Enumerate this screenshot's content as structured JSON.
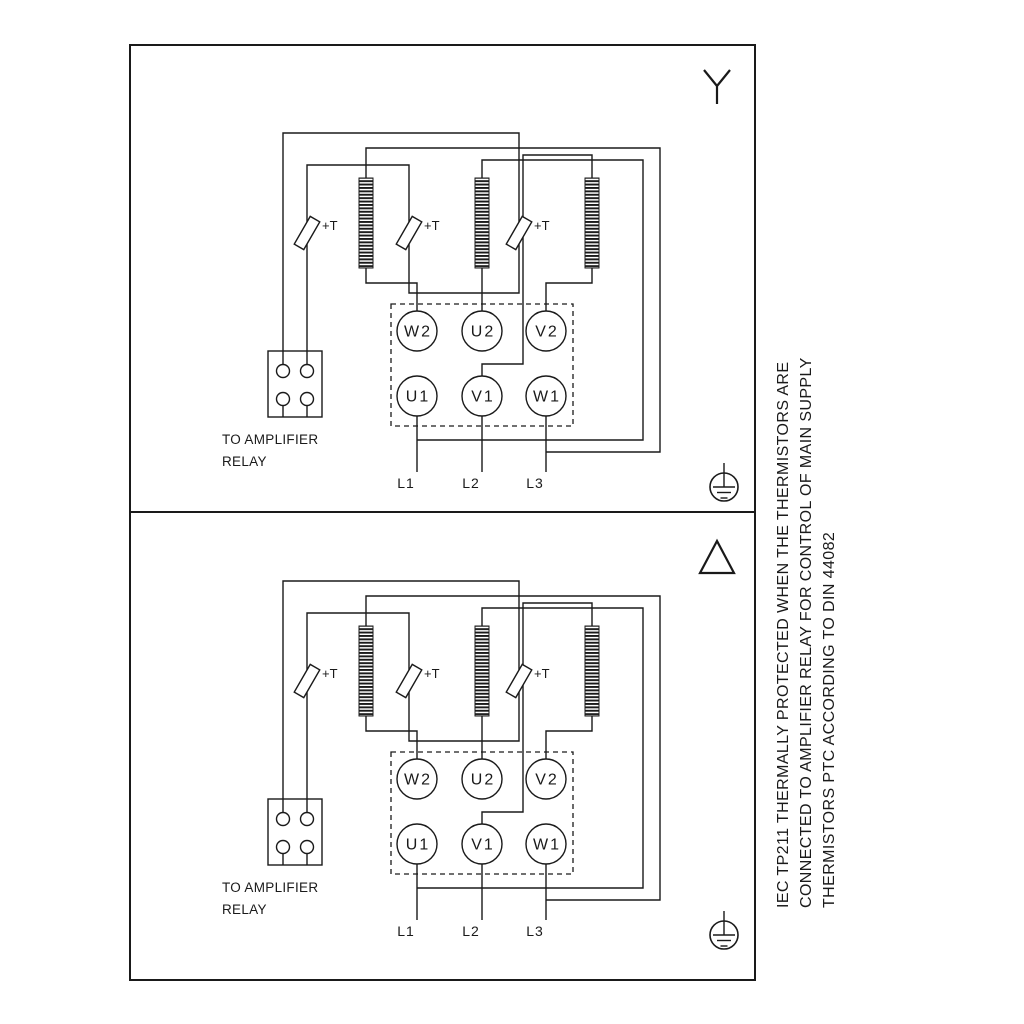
{
  "diagram": {
    "line_color": "#1a1a1a",
    "background": "#ffffff",
    "panels": [
      {
        "name": "star-connection-panel"
      },
      {
        "name": "delta-connection-panel"
      }
    ]
  },
  "labels": {
    "thermistor": "+T",
    "amplifier_line1": "TO AMPLIFIER",
    "amplifier_line2": "RELAY",
    "terminals_top": [
      "W2",
      "U2",
      "V2"
    ],
    "terminals_bottom": [
      "U1",
      "V1",
      "W1"
    ],
    "supply": [
      "L1",
      "L2",
      "L3"
    ]
  },
  "side_note": {
    "lines": [
      "IEC TP211 THERMALLY PROTECTED WHEN THE THERMISTORS ARE",
      "CONNECTED TO AMPLIFIER RELAY FOR CONTROL OF MAIN SUPPLY",
      "THERMISTORS PTC ACCORDING TO DIN 44082"
    ]
  },
  "symbols": {
    "star": "star-wye-connection",
    "delta": "delta-connection",
    "earth": "protective-earth-ground"
  }
}
